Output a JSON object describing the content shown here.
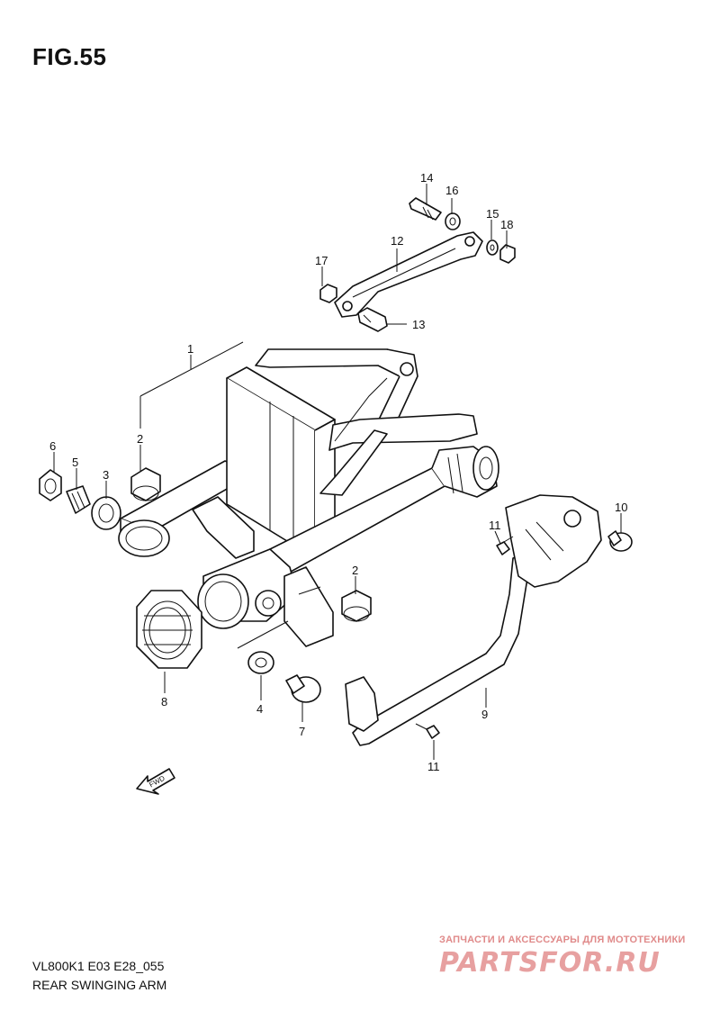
{
  "figure": {
    "title": "FIG.55",
    "model_code": "VL800K1 E03 E28_055",
    "section_name": "REAR SWINGING ARM"
  },
  "callouts": {
    "c1": "1",
    "c2a": "2",
    "c2b": "2",
    "c3": "3",
    "c4": "4",
    "c5": "5",
    "c6": "6",
    "c7": "7",
    "c8": "8",
    "c9": "9",
    "c10": "10",
    "c11a": "11",
    "c11b": "11",
    "c12": "12",
    "c13": "13",
    "c14": "14",
    "c15": "15",
    "c16": "16",
    "c17": "17",
    "c18": "18"
  },
  "fwd_badge": "FWD",
  "watermark": {
    "tagline": "ЗАПЧАСТИ И АКСЕССУАРЫ ДЛЯ МОТОТЕХНИКИ",
    "brand": "PARTSFOR.RU"
  },
  "colors": {
    "line": "#111111",
    "watermark": "#e7a0a0"
  }
}
